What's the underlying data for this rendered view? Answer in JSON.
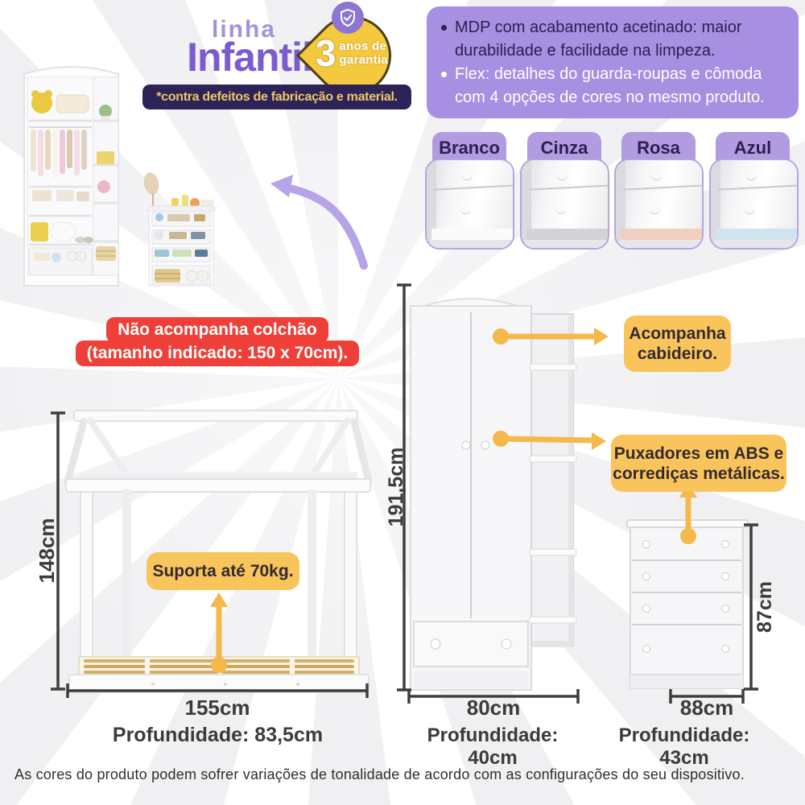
{
  "header": {
    "logo_top": "linha",
    "logo_main": "Infantil",
    "warranty_badge": {
      "number": "3",
      "line1": "anos de",
      "line2": "garantia"
    },
    "banner": "*contra defeitos de fabricação e material."
  },
  "features": {
    "bullet1": "MDP com acabamento acetinado: maior durabilidade e facilidade na limpeza.",
    "bullet2": "Flex: detalhes do guarda-roupas e cômoda com 4 opções de cores no mesmo produto."
  },
  "color_options": {
    "options": [
      {
        "label": "Branco",
        "strip": "#fbfbfc"
      },
      {
        "label": "Cinza",
        "strip": "#d2d3d6"
      },
      {
        "label": "Rosa",
        "strip": "#f0cfc0"
      },
      {
        "label": "Azul",
        "strip": "#cfe4ef"
      }
    ]
  },
  "mattress_note": {
    "line1": "Não acompanha colchão",
    "line2": "(tamanho indicado: 150 x 70cm)."
  },
  "bed": {
    "height": "148cm",
    "width": "155cm",
    "depth": "Profundidade: 83,5cm",
    "callout": "Suporta até 70kg."
  },
  "wardrobe": {
    "height": "191,5cm",
    "width": "80cm",
    "depth": "Profundidade: 40cm",
    "callout_hanger": {
      "line1": "Acompanha",
      "line2": "cabideiro."
    },
    "callout_handles": {
      "line1": "Puxadores em ABS e",
      "line2": "corrediças metálicas."
    }
  },
  "dresser": {
    "height": "87cm",
    "width": "88cm",
    "depth": "Profundidade: 43cm"
  },
  "footer": {
    "disclaimer": "As cores do produto podem sofrer variações de tonalidade de acordo com as configurações do seu dispositivo."
  },
  "theme": {
    "purple_dark": "#7a5cd0",
    "purple_light": "#a78fe2",
    "navy": "#2d2357",
    "yellow": "#f4c83f",
    "callout_yellow": "#f9c45c",
    "red": "#ee3f38",
    "arrow_yellow": "#f5b84b"
  }
}
